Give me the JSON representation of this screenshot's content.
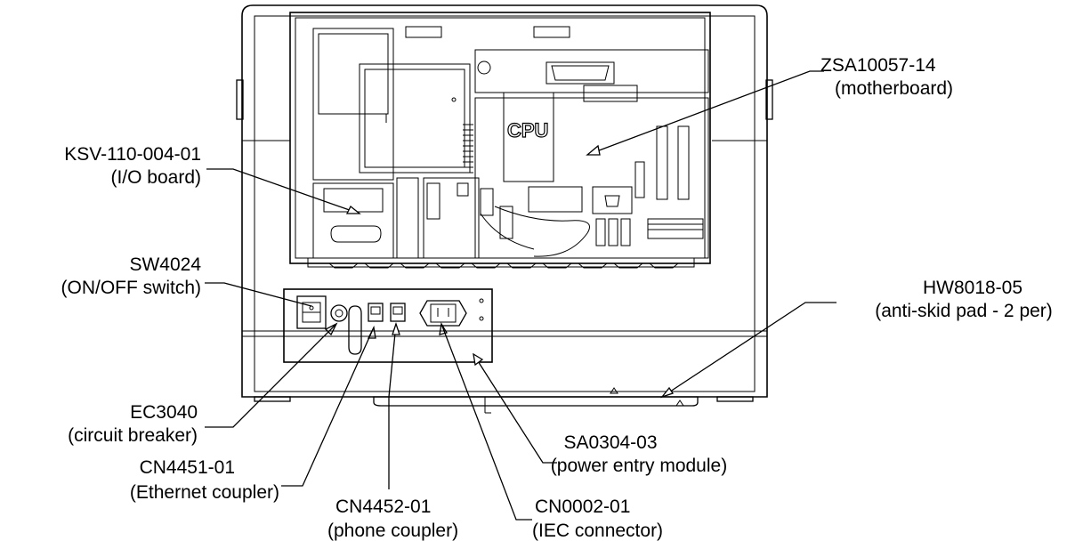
{
  "callouts": [
    {
      "id": "motherboard",
      "part": "ZSA10057-14",
      "desc": "(motherboard)"
    },
    {
      "id": "io-board",
      "part": "KSV-110-004-01",
      "desc": "(I/O board)"
    },
    {
      "id": "switch",
      "part": "SW4024",
      "desc": "(ON/OFF switch)"
    },
    {
      "id": "pad",
      "part": "HW8018-05",
      "desc": "(anti-skid pad - 2 per)"
    },
    {
      "id": "breaker",
      "part": "EC3040",
      "desc": "(circuit breaker)"
    },
    {
      "id": "ethernet",
      "part": "CN4451-01",
      "desc": "(Ethernet coupler)"
    },
    {
      "id": "phone",
      "part": "CN4452-01",
      "desc": "(phone coupler)"
    },
    {
      "id": "power-entry",
      "part": "SA0304-03",
      "desc": "(power entry module)"
    },
    {
      "id": "iec",
      "part": "CN0002-01",
      "desc": "(IEC connector)"
    }
  ],
  "board_text": {
    "cpu": "CPU"
  }
}
